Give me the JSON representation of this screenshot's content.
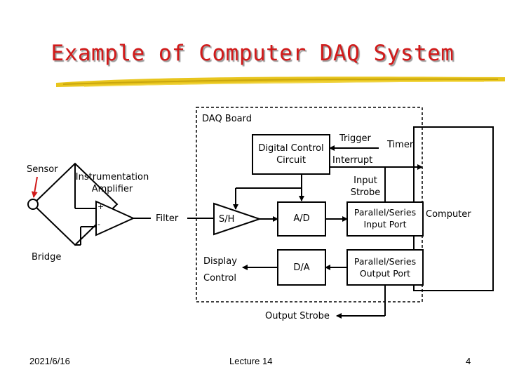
{
  "slide": {
    "title": "Example of Computer DAQ System",
    "date": "2021/6/16",
    "lecture": "Lecture 14",
    "page_number": "4"
  },
  "diagram": {
    "daq_board": "DAQ Board",
    "sensor": "Sensor",
    "bridge": "Bridge",
    "instrumentation_amplifier": "Instrumentation\nAmplifier",
    "amp_plus": "+",
    "amp_minus": "-",
    "filter": "Filter",
    "sample_hold": "S/H",
    "adc": "A/D",
    "dac": "D/A",
    "digital_control": "Digital Control\nCircuit",
    "trigger": "Trigger",
    "timer": "Timer",
    "interrupt": "Interrupt",
    "input_strobe": "Input\nStrobe",
    "parallel_input": "Parallel/Series\nInput Port",
    "parallel_output": "Parallel/Series\nOutput Port",
    "computer": "Computer",
    "display_control_1": "Display",
    "display_control_2": "Control",
    "output_strobe": "Output Strobe"
  },
  "colors": {
    "title": "#d11a1a",
    "accent_brush": "#e8c51d",
    "sensor_arrow": "#d11a1a"
  }
}
